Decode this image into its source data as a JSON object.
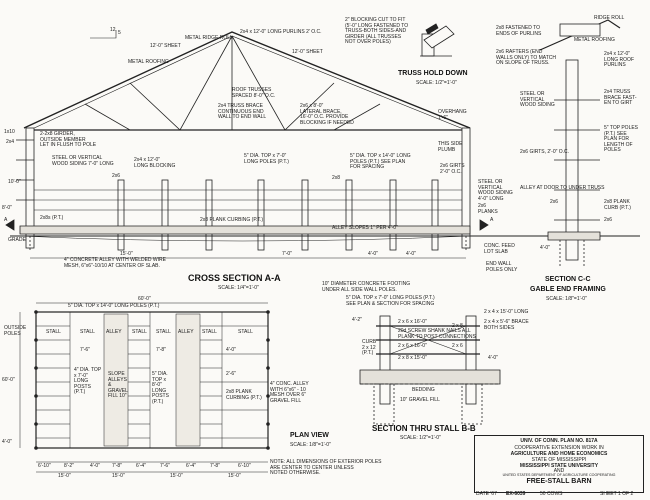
{
  "views": {
    "cross_section": {
      "title": "CROSS SECTION A-A",
      "scale": "SCALE: 1/4\"=1'-0\""
    },
    "truss_hold_down": {
      "title": "TRUSS HOLD DOWN",
      "scale": "SCALE: 1/2\"=1'-0\""
    },
    "section_cc": {
      "title": "SECTION C-C",
      "subtitle": "GABLE END FRAMING",
      "scale": "SCALE: 1/8\"=1'-0\""
    },
    "plan_view": {
      "title": "PLAN VIEW",
      "scale": "SCALE: 1/8\"=1'-0\""
    },
    "section_bb": {
      "title": "SECTION THRU STALL B-B",
      "scale": "SCALE: 1/2\"=1'-0\""
    }
  },
  "cross_section_notes": {
    "slope": "12",
    "slope_rise": "5",
    "roof_sheet_left": "12'-0\" SHEET",
    "roof_sheet_right": "12'-0\" SHEET",
    "metal_ridge_roll": "METAL RIDGE ROLL",
    "metal_roofing": "METAL ROOFING",
    "purlins": "2x4 x 12'-0\" LONG PURLINS 2' O.C.",
    "roof_trusses": "ROOF TRUSSES\nSPACED 8'-0\" O.C.",
    "truss_brace": "2x4 TRUSS BRACE\nCONTINUOUS END\nWALL TO END WALL",
    "blocking": "2x6 x 8'-0\"\nLATERAL BRACE,\n16'-0\" O.C. PROVIDE\nBLOCKING IF NEEDED",
    "girder": "2-2x8 GIRDER,\nOUTSIDE MEMBER\nLET IN FLUSH TO POLE",
    "overhang": "OVERHANG\n1'-6\"",
    "siding_left": "STEEL OR VERTICAL\nWOOD SIDING 7'-0\" LONG",
    "long_blocking": "2x4 x 12'-0\"\nLONG BLOCKING",
    "pole_mid": "5\" DIA. TOP x 7'-0\"\nLONG POLES (P.T.)",
    "pole_right": "5\" DIA. TOP x 14'-0\" LONG\nPOLES (P.T.) SEE PLAN\nFOR SPACING",
    "two_by_six": "2x6",
    "two_by_eight": "2x8",
    "girts": "2x6 GIRTS\n2'-0\" O.C.",
    "plank_curbing": "2x8 PLANK CURBING (P.T.)",
    "alley_slopes": "ALLEY SLOPES 1\" PER 4'-0\"",
    "two_by_eight_pt": "2x8s (P.T.)",
    "concrete_alley": "4\" CONCRETE ALLEY WITH WELDED WIRE\nMESH, 6\"x6\"-10/10 AT CENTER OF SLAB.",
    "grade": "GRADE",
    "this_side_plumb": "THIS SIDE\nPLUMB",
    "steel_siding_right": "STEEL OR\nVERTICAL\nWOOD SIDING\n4'-0\" LONG",
    "planks": "2x6\nPLANKS",
    "conc_feed": "CONC. FEED\nLOT SLAB",
    "end_wall_poles": "END WALL\nPOLES ONLY",
    "dim_15": "15'-0\"",
    "dim_4a": "4'-0\"",
    "dim_4b": "4'-0\"",
    "dim_7": "7'-0\"",
    "dim_10": "10'-0\"",
    "dim_8": "8'-0\"",
    "dim_4c": "4'-0\"",
    "dim_110": "1x10",
    "dim_2x4": "2x4",
    "sec_arrow_a": "A",
    "sec_arrow_a2": "A"
  },
  "truss_notes": {
    "blocking_cut": "2\" BLOCKING CUT TO FIT\n(5'-0\" LONG FASTENED TO\nTRUSS-BOTH SIDES-AND\nGIRDER (ALL TRUSSES\nNOT OVER POLES)",
    "fastened": "2x8 FASTENED TO\nENDS OF PURLINS",
    "rafters": "2x6 RAFTERS (END\nWALLS ONLY) TO MATCH\nON SLOPE OF TRUSS."
  },
  "section_cc_notes": {
    "ridge_roll": "RIDGE ROLL",
    "metal_roofing": "METAL ROOFING",
    "purlins": "2x4 x 12'-0\"\nLONG ROOF\nPURLINS",
    "brace": "2x4 TRUSS\nBRACE FAST-\nEN TO GIRT",
    "poles": "5\" TOP POLES\n(P.T.) SEE\nPLAN FOR\nLENGTH OF\nPOLES",
    "steel_siding": "STEEL OR\nVERTICAL\nWOOD SIDING",
    "girts": "2x6 GIRTS, 2'-0\" O.C.",
    "alley_door": "ALLEY AT DOOR TO UNDER TRUSS",
    "two_by_six": "2x6",
    "plank_curb": "2x8 PLANK\nCURB (P.T.)",
    "curb_2x6": "2x6"
  },
  "plan_notes": {
    "width": "60'-0\"",
    "poles_top": "5\" DIA. TOP x 14'-0\" LONG POLES (P.T.)",
    "stall": "STALL",
    "alley": "ALLEY",
    "outside_poles": "OUTSIDE POLES",
    "inside_poles": "4\" DIA. TOP x 7'-0\" LONG POSTS (P.T.)",
    "slope_alley": "SLOPE ALLEYS & GRAVEL FILL 10\"",
    "ridge_poles": "5\" DIA. TOP x 8'-0\" LONG POSTS (P.T.)",
    "dim_7_6": "7'-6\"",
    "dim_7_8": "7'-8\"",
    "dim_4_0": "4'-0\"",
    "dim_2_6": "2'-6\"",
    "bottom_dims": [
      "6'-10\"",
      "8'-2\"",
      "4'-0\"",
      "7'-8\"",
      "6'-4\"",
      "7'-6\"",
      "6'-4\"",
      "7'-8\"",
      "6'-10\""
    ],
    "bottom_totals": [
      "15'-0\"",
      "15'-0\"",
      "15'-0\"",
      "15'-0\""
    ],
    "left_dims": [
      "60'-0\"",
      "4'-0\""
    ],
    "conc_alley": "4\" CONC. ALLEY\nWITH 6\"x6\" - 10\nMESH OVER 6\"\nGRAVEL FILL",
    "plank_curb": "2x8 PLANK CURBING (P.T.)",
    "note": "NOTE: ALL DIMENSIONS OF EXTERIOR POLES\nARE CENTER TO CENTER UNLESS\nNOTED OTHERWISE."
  },
  "section_bb_notes": {
    "footing": "10\" DIAMETER CONCRETE FOOTING\nUNDER ALL SIDE WALL POLES.",
    "posts": "5\" DIA. TOP x 7'-0\" LONG POLES (P.T.)\nSEE PLAN & SECTION FOR SPACING",
    "long_2x4": "2 x 4 x 15'-0\" LONG",
    "brace": "2 x 4 x 5'-6\" BRACE\nBOTH SIDES",
    "s1": "2 x 6 x 16'-0\"",
    "spike": "20d SCREW SHANK NAILS ALL\nPLANK TO POST CONNECTIONS",
    "s2": "2 x 6 x 16'-0\"",
    "s3": "2 x 8 x 15'-0\"",
    "curb": "CURB\n2 x 12\n(P.T.)",
    "bedding": "BEDDING",
    "gravel": "10\" GRAVEL FILL",
    "two_by_8": "2 x 8",
    "two_by_6": "2 x 6",
    "ht1": "4'-2\"",
    "ht2": "4'-0\""
  },
  "title_block": {
    "plan_no": "UNIV. OF CONN. PLAN NO. 817A",
    "line1": "COOPERATIVE EXTENSION WORK IN",
    "line2": "AGRICULTURE AND HOME ECONOMICS",
    "line3": "STATE OF MISSISSIPPI",
    "line4": "MISSISSIPPI STATE UNIVERSITY",
    "line5": "AND",
    "line6": "UNITED STATES DEPARTMENT OF AGRICULTURE COOPERATING",
    "barn": "FREE-STALL BARN",
    "cows": "50 COWS",
    "date": "DATE '67",
    "plan": "EX-6039",
    "sheet": "SHEET 1 OF 2"
  }
}
